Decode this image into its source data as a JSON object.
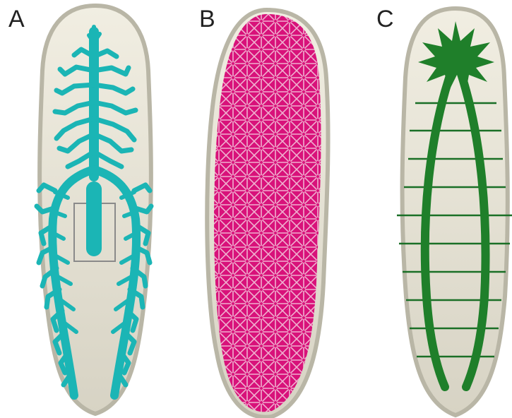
{
  "panels": [
    {
      "label": "A",
      "system": "gastrovascular-cavity",
      "color": "#1bb5b5"
    },
    {
      "label": "B",
      "system": "muscle-mesh",
      "color": "#d8127a"
    },
    {
      "label": "C",
      "system": "nervous-system",
      "color": "#1f7f2a"
    }
  ],
  "colors": {
    "body_fill_top": "#ece9da",
    "body_fill_bottom": "#d9d6c8",
    "body_outline": "#b9b6a6",
    "pharynx_outline": "#8a8a8a",
    "nerve_dark": "#1a6f26"
  }
}
